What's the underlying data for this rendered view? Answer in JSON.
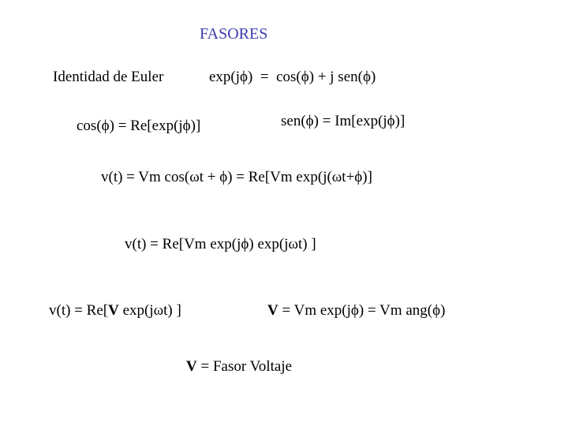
{
  "slide": {
    "title": "FASORES",
    "title_color": "#3b3bb0",
    "euler": {
      "label": "Identidad de Euler",
      "formula": "exp(jϕ)  =  cos(ϕ) + j sen(ϕ)"
    },
    "cos_re": "cos(ϕ) = Re[exp(jϕ)]",
    "sen_im": "sen(ϕ) = Im[exp(jϕ)]",
    "vt_cos": "v(t) = Vm cos(ωt + ϕ) = Re[Vm exp(j(ωt+ϕ)]",
    "vt_re": "v(t) = Re[Vm exp(jϕ) exp(jωt) ]",
    "vt_phasor": {
      "prefix": "v(t) = Re[",
      "bold": "V",
      "suffix": " exp(jωt) ]"
    },
    "phasor_def": {
      "bold": "V",
      "rest": " = Vm exp(jϕ) = Vm ang(ϕ)"
    },
    "phasor_name": {
      "bold": "V",
      "rest": " = Fasor Voltaje"
    }
  }
}
